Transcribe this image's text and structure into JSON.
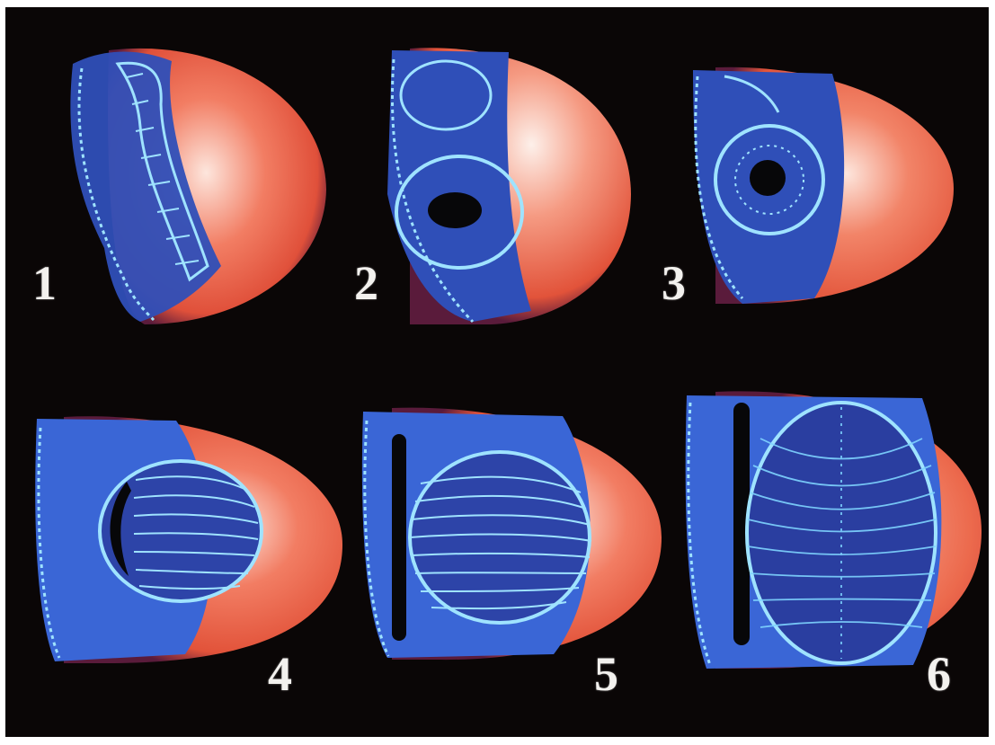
{
  "figure": {
    "stages": [
      {
        "label": "1"
      },
      {
        "label": "2"
      },
      {
        "label": "3"
      },
      {
        "label": "4"
      },
      {
        "label": "5"
      },
      {
        "label": "6"
      }
    ]
  },
  "colors": {
    "background": "#0a0606",
    "outer_layer": "#ef5a3c",
    "outer_highlight": "#fde6dd",
    "tissue_blue": "#2f4fb8",
    "cell_outline": "#9fe3ff",
    "lumen": "#070709"
  }
}
